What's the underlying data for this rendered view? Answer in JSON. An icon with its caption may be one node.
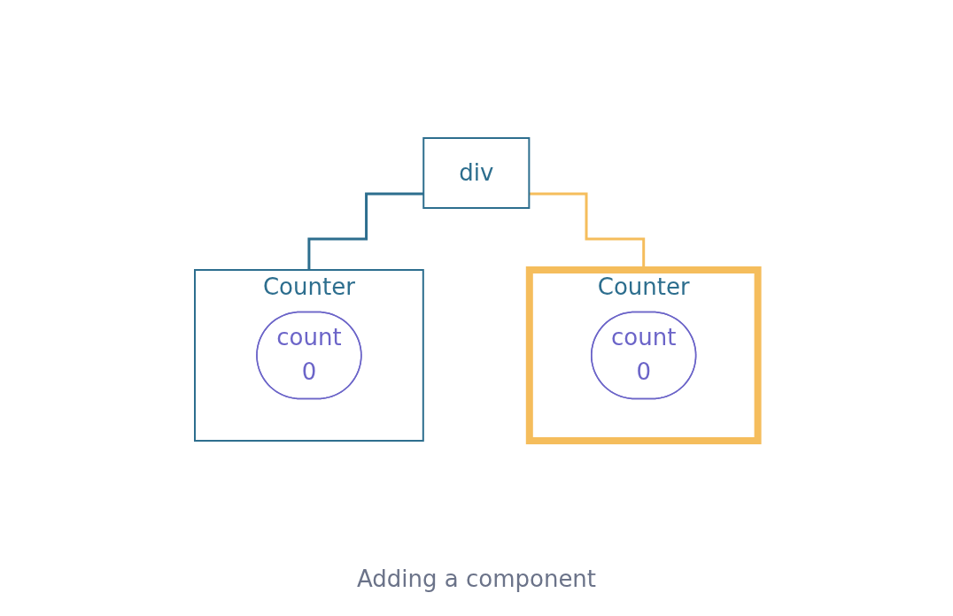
{
  "diagram": {
    "caption": "Adding a component",
    "nodes": [
      {
        "text": [
          "div"
        ]
      },
      {
        "text": [
          "Counter"
        ]
      },
      {
        "text": [
          "count",
          "0"
        ],
        "in": 1
      },
      {
        "text": [
          "Counter"
        ]
      },
      {
        "text": [
          "count",
          "0"
        ],
        "in": 3
      }
    ],
    "edges": [
      {
        "from": 0,
        "to": 1,
        "arrow": "none",
        "color": "#2d6e8e"
      },
      {
        "from": 0,
        "to": 3,
        "arrow": "none",
        "color": "#f5bd5c"
      }
    ]
  }
}
